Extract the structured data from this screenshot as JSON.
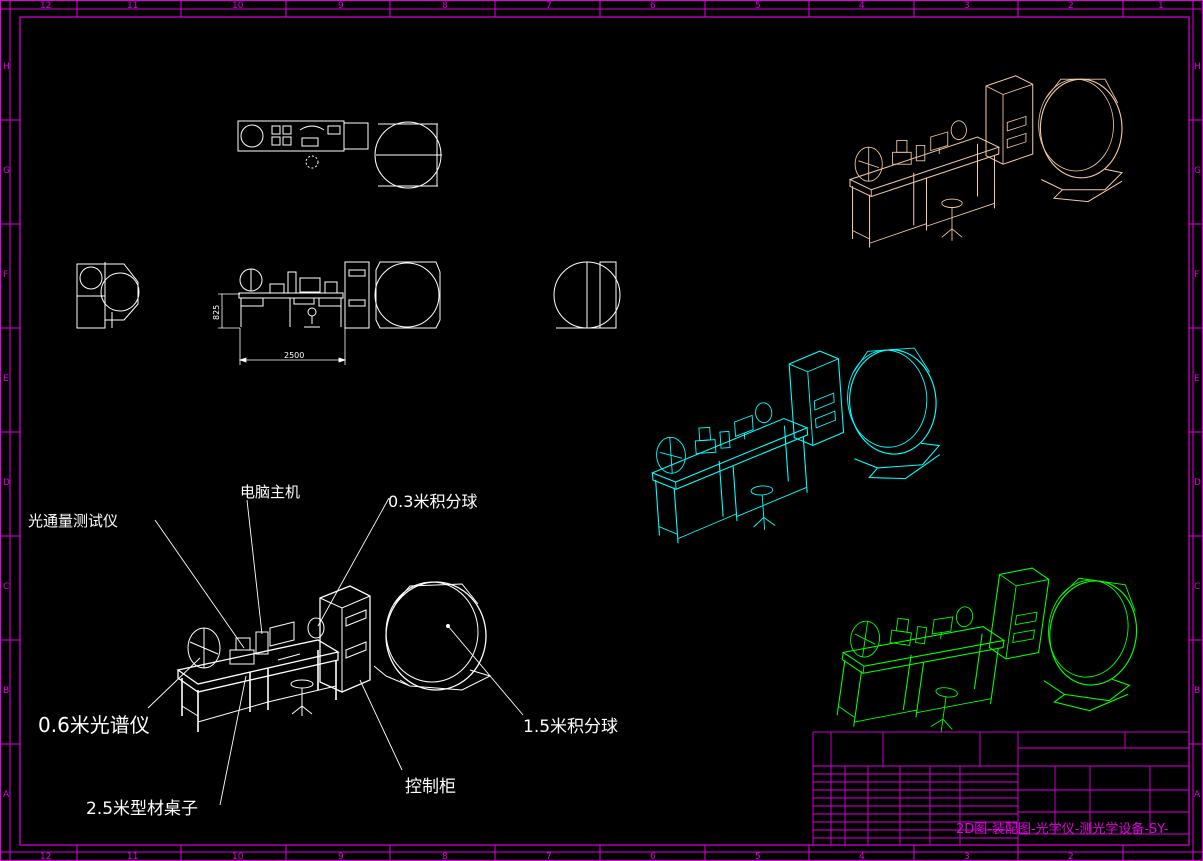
{
  "frame": {
    "columns": [
      "12",
      "11",
      "10",
      "9",
      "8",
      "7",
      "6",
      "5",
      "4",
      "3",
      "2",
      "1"
    ],
    "rows": [
      "H",
      "G",
      "F",
      "E",
      "D",
      "C",
      "B",
      "A"
    ]
  },
  "dimensions": {
    "width": "2500",
    "height": "825"
  },
  "callouts": {
    "flux_tester": "光通量测试仪",
    "computer": "电脑主机",
    "sphere_03": "0.3米积分球",
    "spectrometer_06": "0.6米光谱仪",
    "sphere_15": "1.5米积分球",
    "control_cabinet": "控制柜",
    "profile_table": "2.5米型材桌子"
  },
  "title_block": {
    "title": "2D图-装配图-光学仪-测光学设备-SY-"
  },
  "colors": {
    "frame": "#e000e0",
    "orthographic": "#ffffff",
    "iso_tan": "#f2c9a6",
    "iso_cyan": "#00ffff",
    "iso_green": "#00ff00",
    "label": "#ffffff"
  }
}
